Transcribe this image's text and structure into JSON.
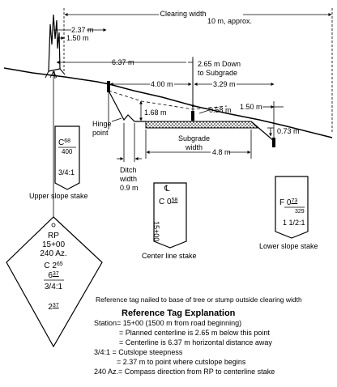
{
  "top": {
    "clearing_width": "Clearing\nwidth",
    "ten_m": "10 m, approx.",
    "dim_237": "2.37 m",
    "dim_150_top": "1.50 m",
    "dim_637": "6.37 m",
    "down_to_subgrade": "2.65 m Down\nto Subgrade",
    "dim_400": "4.00 m",
    "dim_329": "3.29 m",
    "dim_150_right": "1.50 m",
    "dim_058": "0.58 m",
    "dim_168": "1.68 m",
    "dim_073": "0.73 m",
    "hinge_point": "Hinge\npoint",
    "subgrade_width": "Subgrade\nwidth",
    "dim_48": "4.8 m",
    "ditch_width": "Ditch\nwidth\n0.9 m"
  },
  "stakes": {
    "upper": {
      "c_top": "C",
      "c_num": "68",
      "c_den": "400",
      "slope": "3/4:1",
      "caption": "Upper slope stake"
    },
    "center": {
      "cl": "℄",
      "c_top": "C",
      "num": "0",
      "sup": "58",
      "station": "15+00",
      "caption": "Center line stake"
    },
    "lower": {
      "f_top": "F",
      "num": "0",
      "frac_num": "73",
      "frac_den": "329",
      "slope": "1 1/2:1",
      "caption": "Lower slope stake"
    }
  },
  "reference_tag": {
    "rp": "RP",
    "station": "15+00",
    "az": "240 Az.",
    "c_frac_top": "C 2",
    "c_frac_top_sup": "65",
    "c_frac_bot": "6",
    "c_frac_bot_sup": "37",
    "slope": "3/4:1",
    "bottom": "2",
    "bottom_sup": "37"
  },
  "reference_note": "Reference tag nailed to base of tree or stump outside clearing width",
  "explanation": {
    "title": "Reference Tag Explanation",
    "lines": [
      "Station= 15+00 (1500 m from road beginning)",
      "= Planned centerline is 2.65 m below this point",
      "= Centerline is 6.37 m horizontal distance away",
      "3/4:1 = Cutslope steepness",
      "= 2.37 m to point where cutslope begins",
      "240 Az.= Compass direction from RP to centerline stake"
    ]
  }
}
